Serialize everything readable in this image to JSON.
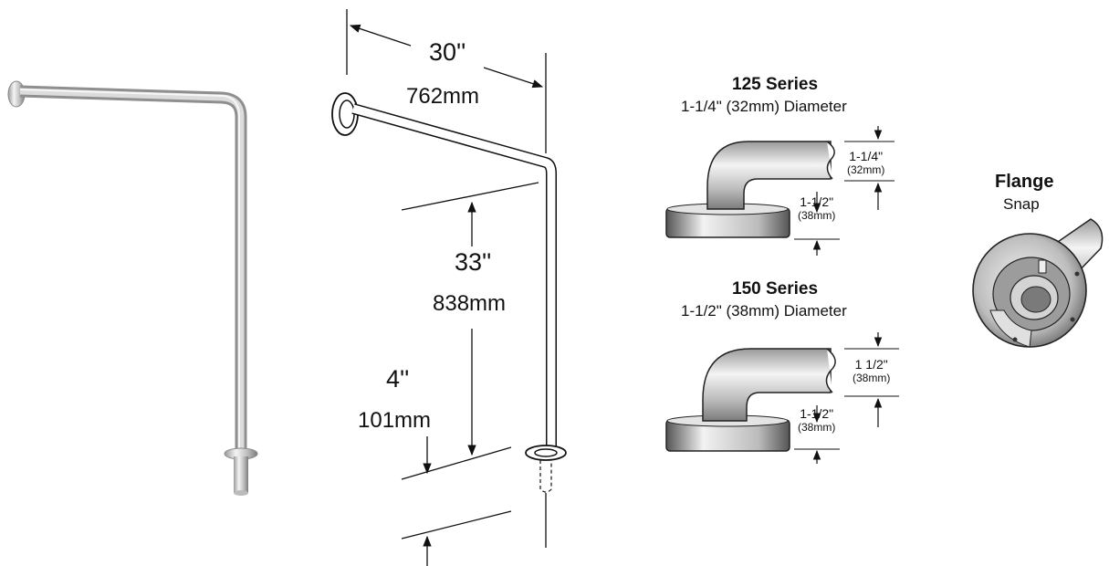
{
  "dimensions": {
    "width_in": "30''",
    "width_mm": "762mm",
    "height_in": "33''",
    "height_mm": "838mm",
    "floor_in": "4''",
    "floor_mm": "101mm"
  },
  "series_125": {
    "title": "125 Series",
    "subtitle": "1-1/4\" (32mm) Diameter",
    "tube_in": "1-1/4\"",
    "tube_mm": "(32mm)",
    "flange_in": "1-1/2\"",
    "flange_mm": "(38mm)"
  },
  "series_150": {
    "title": "150 Series",
    "subtitle": "1-1/2\" (38mm) Diameter",
    "tube_in": "1 1/2\"",
    "tube_mm": "(38mm)",
    "flange_in": "1-1/2\"",
    "flange_mm": "(38mm)"
  },
  "flange": {
    "title": "Flange",
    "subtitle": "Snap"
  },
  "colors": {
    "steel_light": "#eeeeee",
    "steel_dark": "#8a8a8a",
    "line": "#111111"
  }
}
